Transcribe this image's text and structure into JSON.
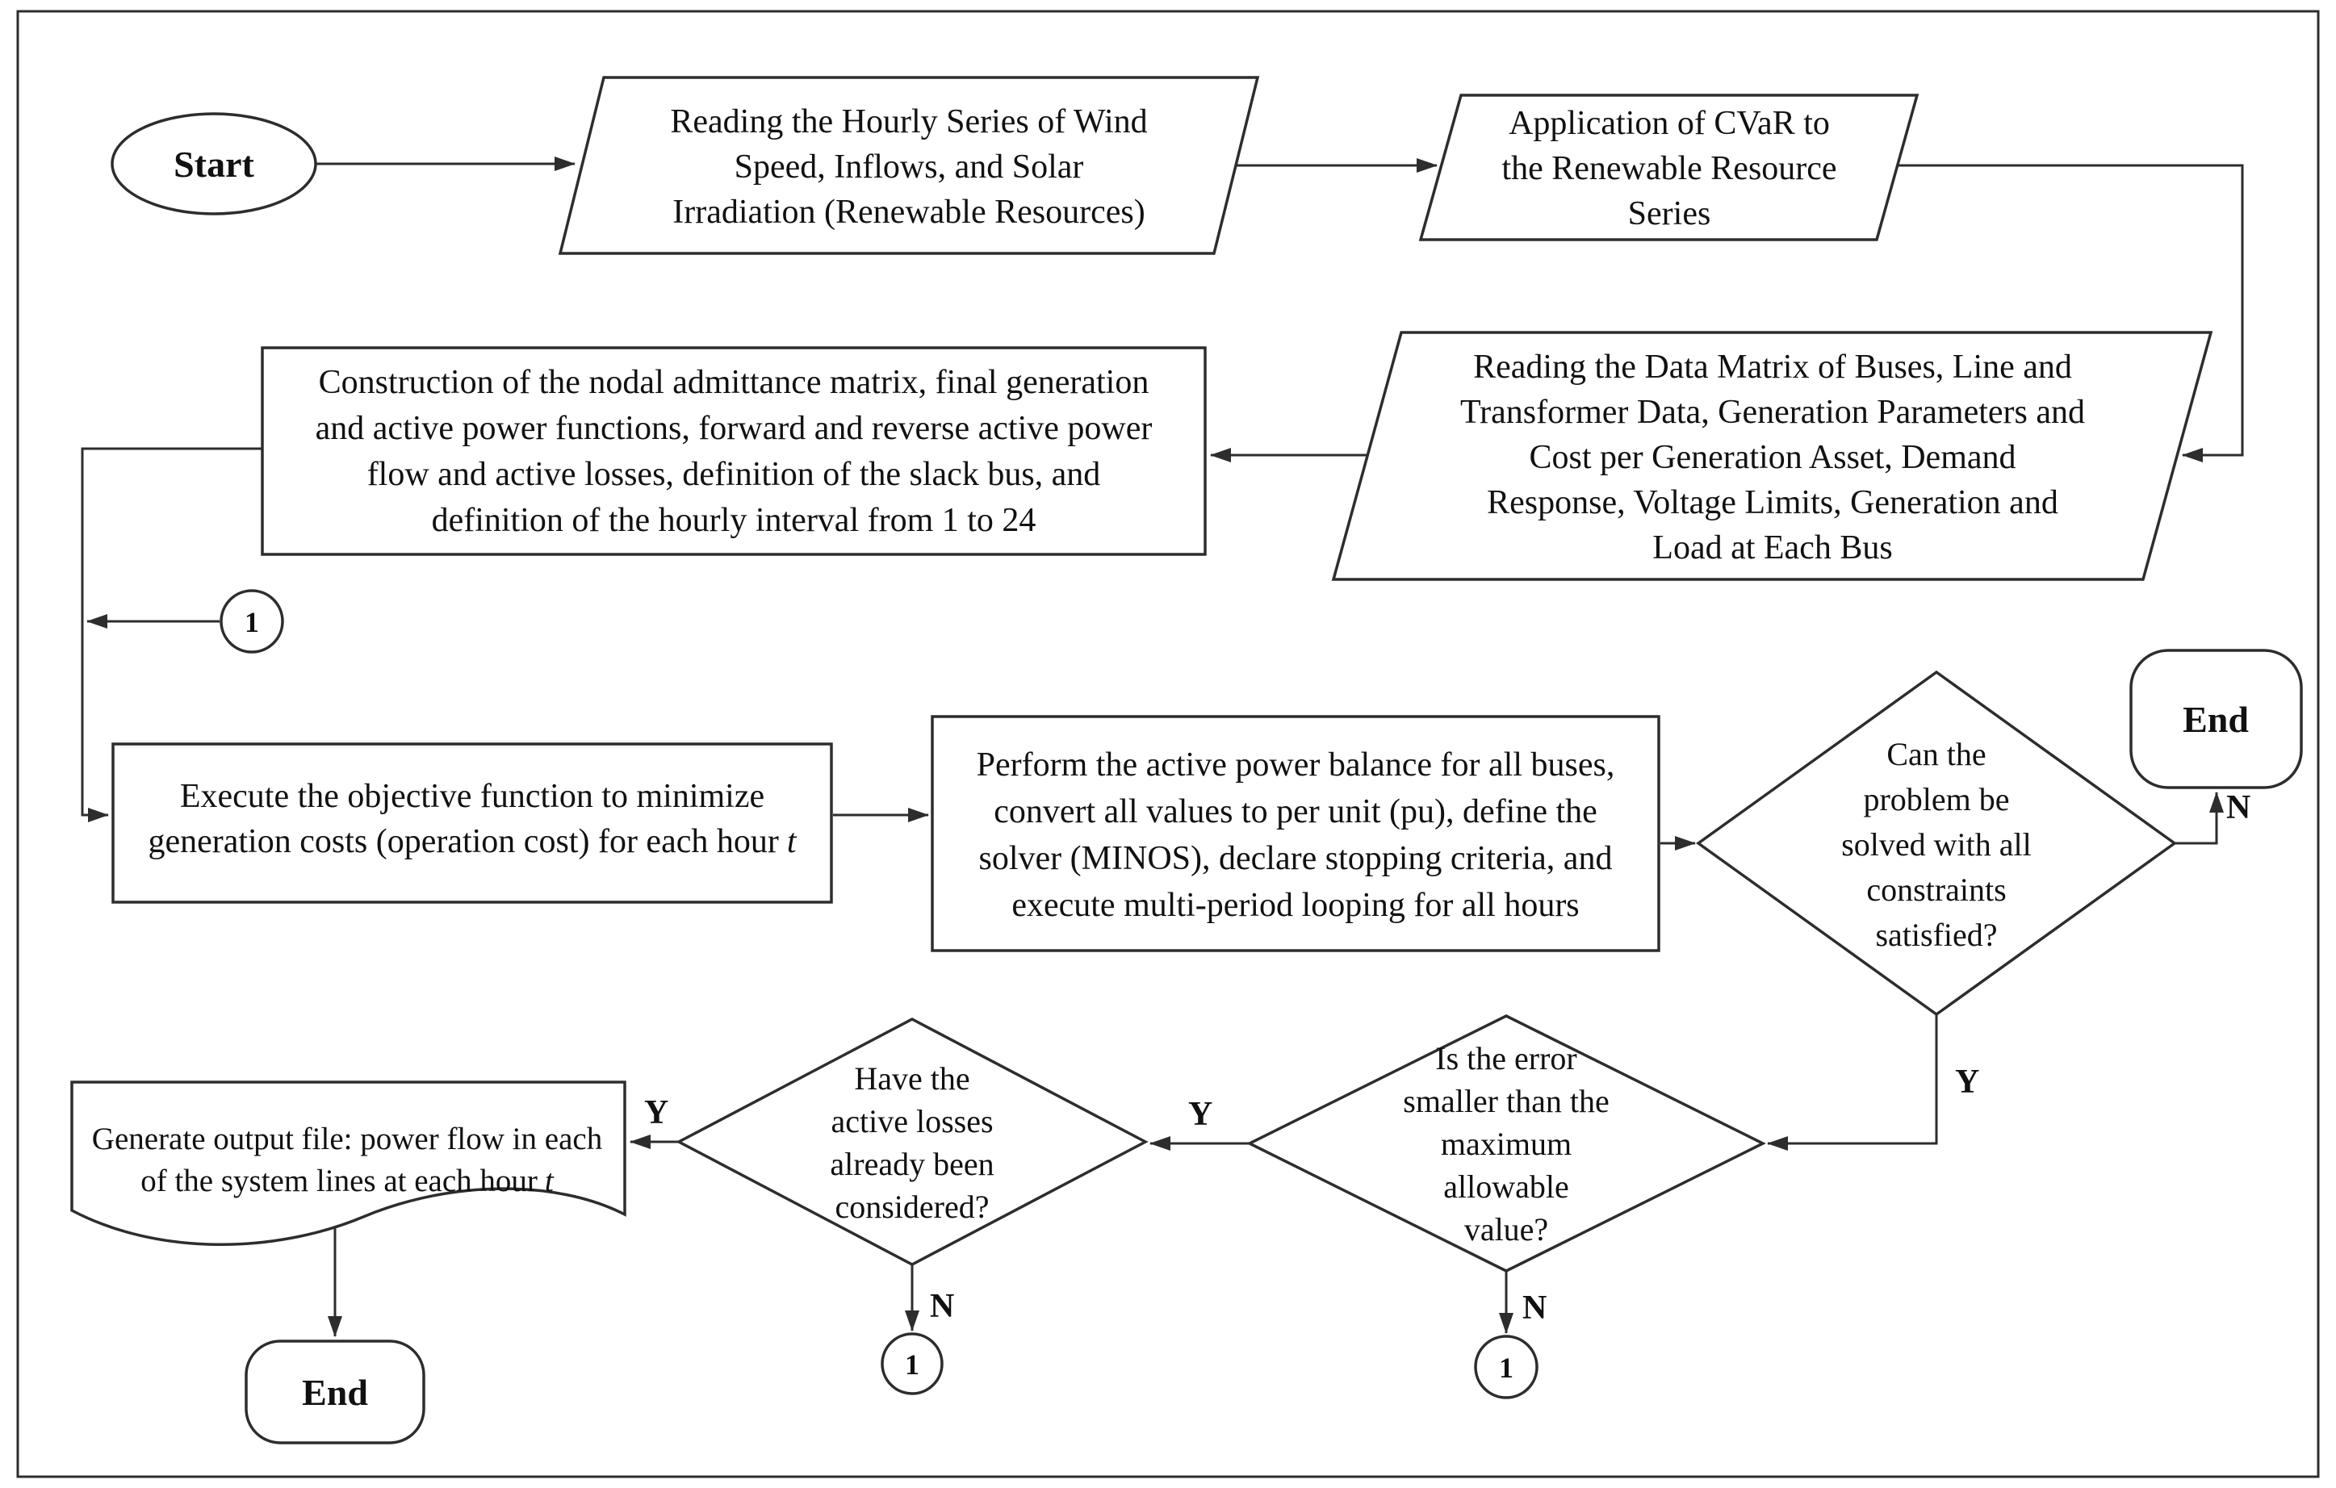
{
  "diagram": {
    "type": "flowchart",
    "colors": {
      "stroke": "#2d2d2d",
      "text": "#111111",
      "background": "#ffffff"
    },
    "edge_labels": {
      "yes": "Y",
      "no": "N"
    },
    "connector_label": "1",
    "nodes": {
      "start": {
        "label": "Start"
      },
      "read_series": {
        "lines": [
          "Reading the Hourly Series of Wind",
          "Speed, Inflows, and Solar",
          "Irradiation (Renewable Resources)"
        ]
      },
      "cvar": {
        "lines": [
          "Application of CVaR to",
          "the Renewable Resource",
          "Series"
        ]
      },
      "read_matrix": {
        "lines": [
          "Reading the Data Matrix of Buses, Line and",
          "Transformer Data, Generation Parameters and",
          "Cost per Generation Asset, Demand",
          "Response, Voltage Limits, Generation and",
          "Load at Each Bus"
        ]
      },
      "construction": {
        "lines": [
          "Construction of the nodal admittance matrix, final generation",
          "and active power functions, forward and reverse active power",
          "flow and active losses, definition of the slack bus, and",
          "definition of the hourly interval from 1 to 24"
        ]
      },
      "execute": {
        "line1": "Execute the objective function to minimize",
        "line2_prefix": "generation costs (operation cost) for each hour",
        "line2_italic": "t"
      },
      "perform": {
        "lines": [
          "Perform the active power balance for all buses,",
          "convert all values to per unit (pu), define the",
          "solver (MINOS), declare stopping criteria, and",
          "execute multi-period looping for all hours"
        ]
      },
      "decision_constraints": {
        "lines": [
          "Can the",
          "problem be",
          "solved with all",
          "constraints",
          "satisfied?"
        ]
      },
      "end_top": {
        "label": "End"
      },
      "decision_error": {
        "lines": [
          "Is the error",
          "smaller than the",
          "maximum",
          "allowable",
          "value?"
        ]
      },
      "decision_losses": {
        "lines": [
          "Have the",
          "active losses",
          "already been",
          "considered?"
        ]
      },
      "output_doc": {
        "line1": "Generate output file: power flow in each",
        "line2_prefix": "of the system lines at each hour",
        "line2_italic": "t"
      },
      "end_bottom": {
        "label": "End"
      }
    }
  }
}
